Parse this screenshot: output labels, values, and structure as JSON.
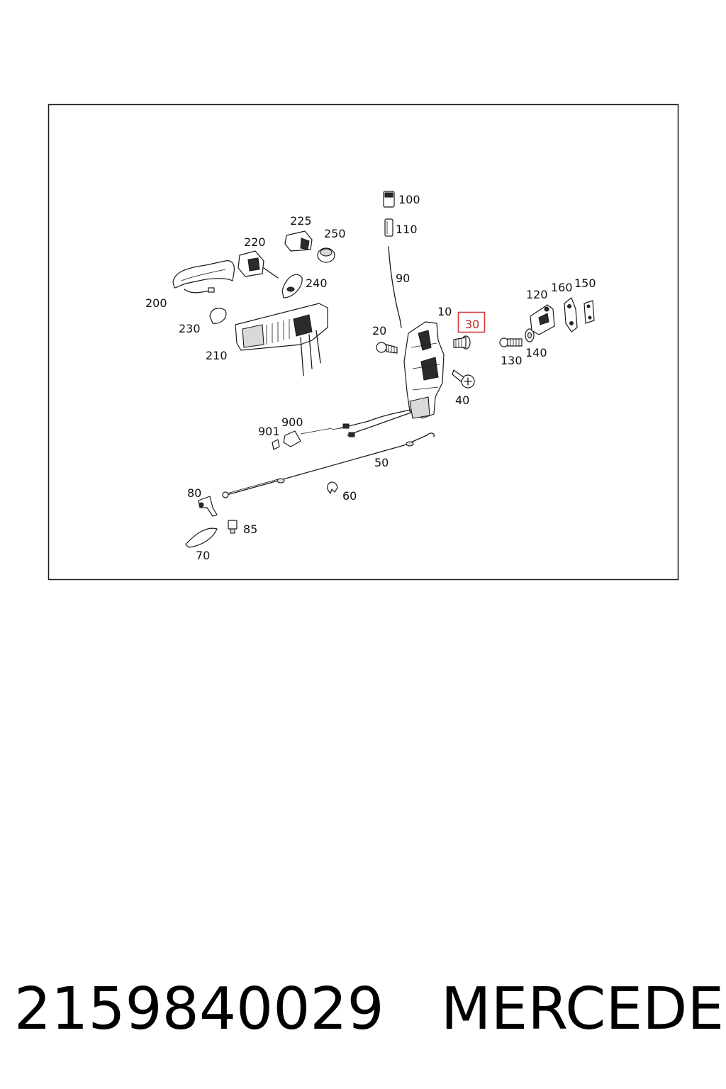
{
  "diagram": {
    "highlight_color": "#c0392b",
    "callouts": [
      {
        "id": "100",
        "label": "100"
      },
      {
        "id": "110",
        "label": "110"
      },
      {
        "id": "225",
        "label": "225"
      },
      {
        "id": "250",
        "label": "250"
      },
      {
        "id": "220",
        "label": "220"
      },
      {
        "id": "90",
        "label": "90"
      },
      {
        "id": "240",
        "label": "240"
      },
      {
        "id": "200",
        "label": "200"
      },
      {
        "id": "230",
        "label": "230"
      },
      {
        "id": "210",
        "label": "210"
      },
      {
        "id": "10",
        "label": "10"
      },
      {
        "id": "30",
        "label": "30",
        "highlighted": true
      },
      {
        "id": "20",
        "label": "20"
      },
      {
        "id": "120",
        "label": "120"
      },
      {
        "id": "160",
        "label": "160"
      },
      {
        "id": "150",
        "label": "150"
      },
      {
        "id": "130",
        "label": "130"
      },
      {
        "id": "140",
        "label": "140"
      },
      {
        "id": "40",
        "label": "40"
      },
      {
        "id": "901",
        "label": "901"
      },
      {
        "id": "900",
        "label": "900"
      },
      {
        "id": "50",
        "label": "50"
      },
      {
        "id": "80",
        "label": "80"
      },
      {
        "id": "60",
        "label": "60"
      },
      {
        "id": "85",
        "label": "85"
      },
      {
        "id": "70",
        "label": "70"
      }
    ]
  },
  "caption": {
    "part_number": "2159840029",
    "brand": "MERCEDES"
  }
}
